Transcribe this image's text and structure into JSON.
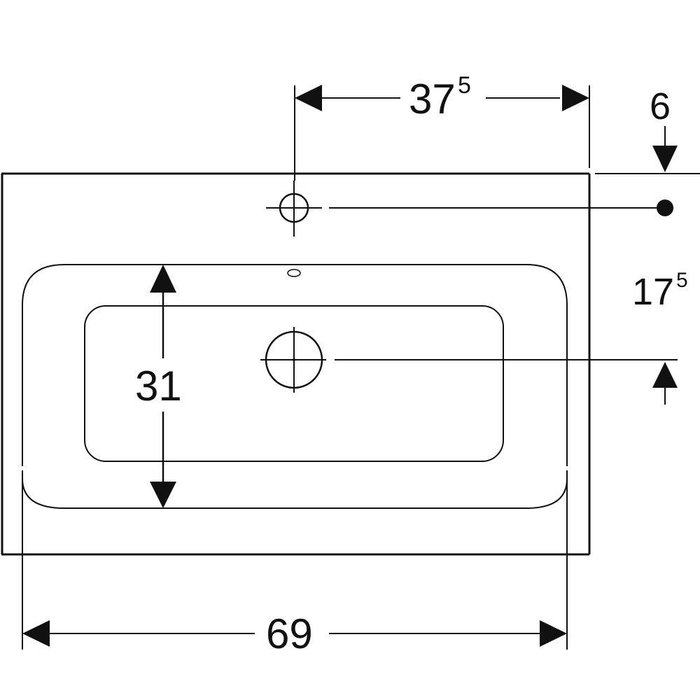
{
  "dimensions": {
    "tap_to_right_edge": {
      "main": "37",
      "sup": "5"
    },
    "back_to_tap_centre": {
      "main": "6"
    },
    "tap_to_drain": {
      "main": "17",
      "sup": "5"
    },
    "bowl_depth": {
      "main": "31"
    },
    "total_width": {
      "main": "69"
    }
  },
  "colors": {
    "line": "#111111",
    "background": "#ffffff"
  }
}
